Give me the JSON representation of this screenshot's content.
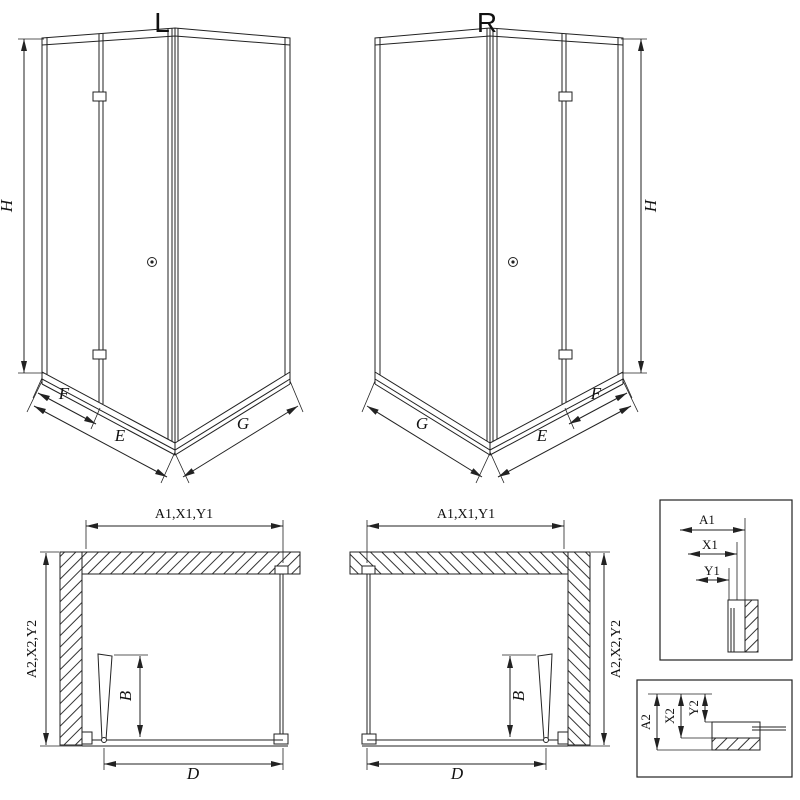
{
  "perspective_views": {
    "left": {
      "label": "L",
      "dim_height": "H",
      "dim_fold": "F",
      "dim_door": "E",
      "dim_panel": "G"
    },
    "right": {
      "label": "R",
      "dim_height": "H",
      "dim_fold": "F",
      "dim_door": "E",
      "dim_panel": "G"
    }
  },
  "plan_views": {
    "left": {
      "dim_width": "A1,X1,Y1",
      "dim_depth": "A2,X2,Y2",
      "dim_fold_clearance": "B",
      "dim_opening": "D"
    },
    "right": {
      "dim_width": "A1,X1,Y1",
      "dim_depth": "A2,X2,Y2",
      "dim_fold_clearance": "B",
      "dim_opening": "D"
    }
  },
  "profile_details": {
    "top_box": {
      "dims": [
        "A1",
        "X1",
        "Y1"
      ]
    },
    "bottom_box": {
      "dims": [
        "A2",
        "X2",
        "Y2"
      ]
    }
  }
}
